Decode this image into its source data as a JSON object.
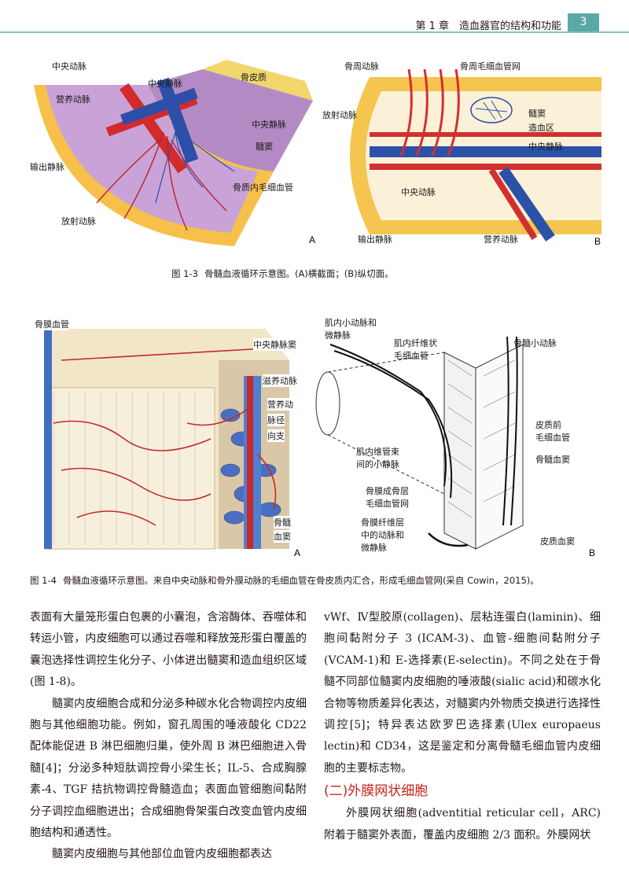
{
  "header": {
    "chapter": "第 1 章　造血器官的结构和功能",
    "page_number": "3"
  },
  "fig13": {
    "panel_a_labels": [
      "中央动脉",
      "中央静脉",
      "营养动脉",
      "骨皮质",
      "中央静脉",
      "髓窦",
      "输出静脉",
      "骨质内毛细血管",
      "放射动脉"
    ],
    "panel_b_labels": [
      "骨周动脉",
      "骨周毛细血管网",
      "放射动脉",
      "髓窦",
      "造血区",
      "中央静脉",
      "中央动脉",
      "输出静脉",
      "营养动脉"
    ],
    "letter_a": "A",
    "letter_b": "B",
    "caption_num": "图 1-3",
    "caption_text": "骨髓血液循环示意图。(A)横截面；(B)纵切面。"
  },
  "fig14": {
    "panel_a_labels": [
      "骨膜血管",
      "中央静脉窦",
      "滋养动脉",
      "营养动",
      "脉径",
      "向支",
      "骨髓",
      "血窦"
    ],
    "panel_b_labels": [
      "肌内小动脉和",
      "微静脉",
      "肌内纤维状",
      "毛细血管",
      "骨髓小动脉",
      "皮质前",
      "毛细血管",
      "肌内维管束",
      "间的小静脉",
      "骨髓血窦",
      "骨膜成骨层",
      "毛细血管网",
      "骨膜纤维层",
      "中的动脉和",
      "微静脉",
      "皮质血窦"
    ],
    "letter_a": "A",
    "letter_b": "B",
    "caption_num": "图 1-4",
    "caption_text": "骨髓血液循环示意图。来自中央动脉和骨外膜动脉的毛细血管在骨皮质内汇合，形成毛细血管网(采自 Cowin，2015)。"
  },
  "body": {
    "left": {
      "p1": "表面有大量笼形蛋白包裹的小囊泡，含溶酶体、吞噬体和转运小管，内皮细胞可以通过吞噬和释放笼形蛋白覆盖的囊泡选择性调控生化分子、小体进出髓窦和造血组织区域(图 1-8)。",
      "p2": "髓窦内皮细胞合成和分泌多种碳水化合物调控内皮细胞与其他细胞功能。例如，窗孔周围的唾液酸化 CD22 配体能促进 B 淋巴细胞归巢，使外周 B 淋巴细胞进入骨髓[4]；分泌多种短肽调控骨小梁生长；IL-5、合成胸腺素-4、TGF 拮抗物调控骨髓造血；表面血管细胞间黏附分子调控血细胞进出；合成细胞骨架蛋白改变血管内皮细胞结构和通透性。",
      "p3": "髓窦内皮细胞与其他部位血管内皮细胞都表达"
    },
    "right": {
      "p1": "vWf、Ⅳ型胶原(collagen)、层粘连蛋白(laminin)、细胞间黏附分子 3 (ICAM-3)、血管-细胞间黏附分子(VCAM-1)和 E-选择素(E-selectin)。不同之处在于骨髓不同部位髓窦内皮细胞的唾液酸(sialic acid)和碳水化合物等物质差异化表达，对髓窦内外物质交换进行选择性调控[5]；特异表达欧罗巴选择素(Ulex europaeus lectin)和 CD34，这是鉴定和分离骨髓毛细血管内皮细胞的主要标志物。",
      "subhead": "(二)外膜网状细胞",
      "p2": "外膜网状细胞(adventitial reticular cell，ARC)附着于髓窦外表面，覆盖内皮细胞 2/3 面积。外膜网状"
    }
  }
}
